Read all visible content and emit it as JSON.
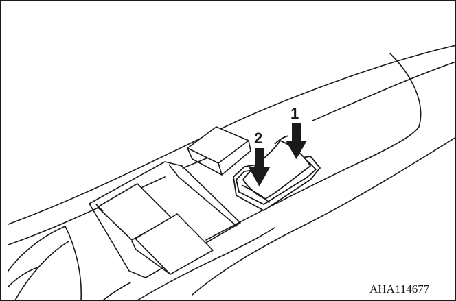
{
  "illustration": {
    "callouts": [
      {
        "label": "1",
        "meaning": "press"
      },
      {
        "label": "2",
        "meaning": "press"
      }
    ],
    "figure_id": "AHA114677"
  }
}
